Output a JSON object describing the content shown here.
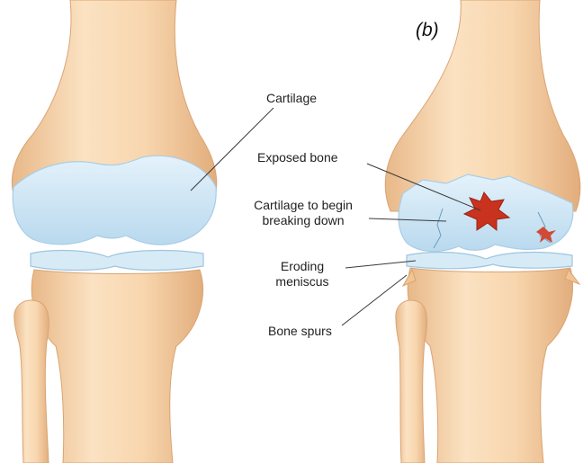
{
  "panel_tag": "(b)",
  "labels": {
    "cartilage": "Cartilage",
    "exposed_bone": "Exposed bone",
    "cartilage_break_line1": "Cartilage to begin",
    "cartilage_break_line2": "breaking down",
    "meniscus_line1": "Eroding",
    "meniscus_line2": "meniscus",
    "bone_spurs": "Bone spurs"
  },
  "colors": {
    "bone": "#f6cfa0",
    "bone_shadow": "#e3b07e",
    "cartilage": "#cfe6f5",
    "cartilage_edge": "#a9cde6",
    "exposed_bone": "#c8321e",
    "leader_line": "#3a3a3a"
  }
}
